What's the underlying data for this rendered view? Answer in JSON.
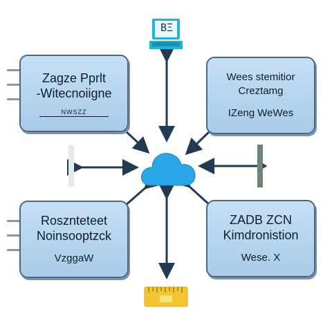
{
  "boxes": {
    "top_left": {
      "line1": "Zagze Pprlt",
      "line2": "-Witecnoiigne",
      "line3": "NWSZZ"
    },
    "top_right": {
      "line1": "Wees stemitior",
      "line2": "Creztamg",
      "line3": "IZeng WeWes"
    },
    "bottom_left": {
      "line1": "Rosznteteet",
      "line2": "Noinsooptzck",
      "line3": "VzggaW"
    },
    "bottom_right": {
      "line1": "ZADB ZCN",
      "line2": "Kimdronistion",
      "line3": "Wese. X"
    }
  },
  "top_chip": {
    "label": "ΒΞ"
  },
  "colors": {
    "box_fill": "#b7d5ef",
    "box_border": "#4a6684",
    "arrow": "#213a52",
    "cloud": "#29a7e6",
    "chip": "#22b4d8",
    "ruler": "#f3c531"
  }
}
